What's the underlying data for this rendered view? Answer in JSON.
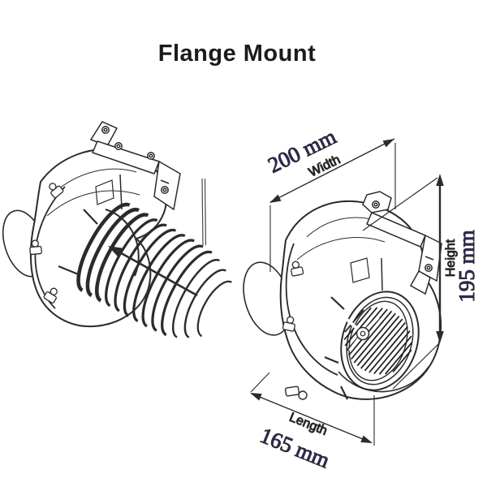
{
  "title": "Flange Mount",
  "annotations": {
    "width": {
      "label": "Width",
      "value": "200 mm"
    },
    "height": {
      "label": "Height",
      "value": "195 mm"
    },
    "length": {
      "label": "Length",
      "value": "165 mm"
    }
  },
  "icons": {
    "airflow_arrow": "solid arrow pointing through hose toward blower"
  },
  "colors": {
    "value_text": "#2a2483",
    "label_text": "#121212",
    "line_art": "#2b2b2b",
    "background": "#ffffff"
  }
}
